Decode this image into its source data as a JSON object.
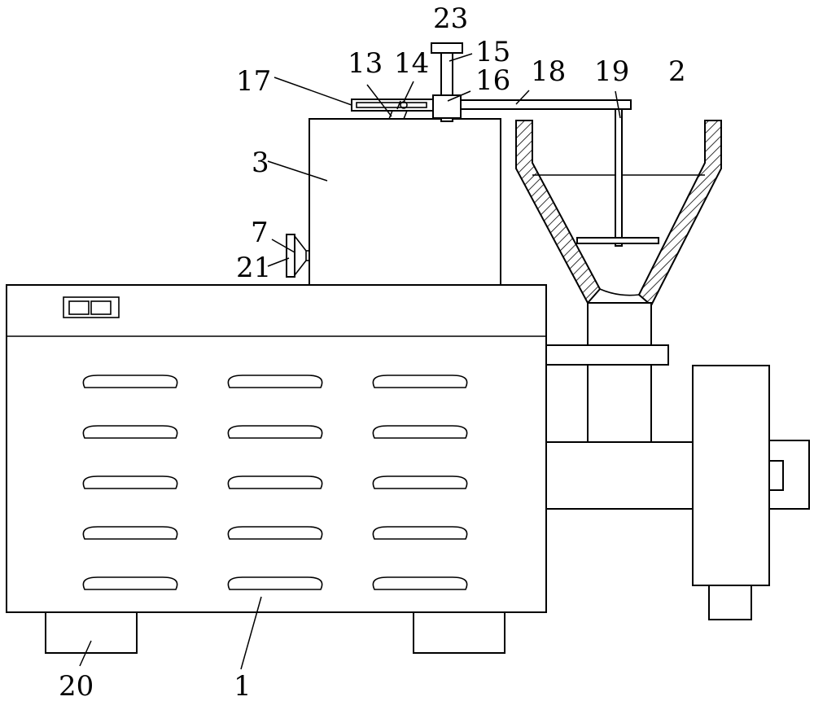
{
  "labels": {
    "l1": "1",
    "l2": "2",
    "l3": "3",
    "l7": "7",
    "l13": "13",
    "l14": "14",
    "l15": "15",
    "l16": "16",
    "l17": "17",
    "l18": "18",
    "l19": "19",
    "l20": "20",
    "l21": "21",
    "l23": "23"
  },
  "colors": {
    "line": "#000000",
    "background": "#ffffff"
  }
}
